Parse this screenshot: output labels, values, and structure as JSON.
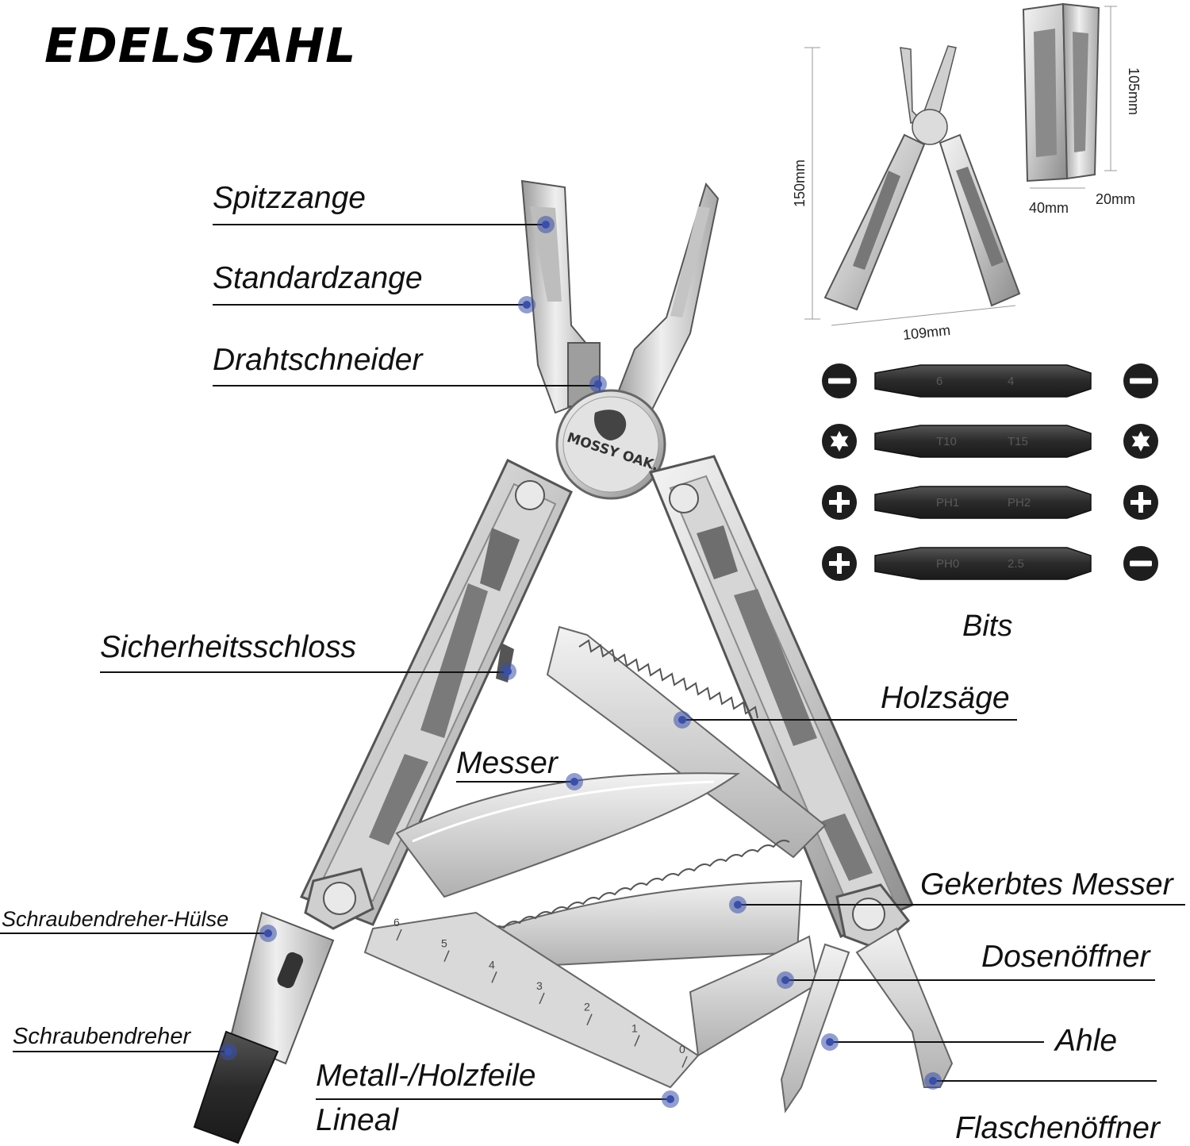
{
  "title": "EDELSTAHL",
  "brand": "MOSSY OAK.",
  "labels": {
    "spitzzange": "Spitzzange",
    "standardzange": "Standardzange",
    "drahtschneider": "Drahtschneider",
    "sicherheitsschloss": "Sicherheitsschloss",
    "holzsaege": "Holzsäge",
    "messer": "Messer",
    "gekerbtes_messer": "Gekerbtes Messer",
    "schraubendreher_huelse": "Schraubendreher-Hülse",
    "dosenoeffner": "Dosenöffner",
    "schraubendreher": "Schraubendreher",
    "ahle": "Ahle",
    "feile": "Metall-/Holzfeile",
    "lineal": "Lineal",
    "flaschenoeffner": "Flaschenöffner"
  },
  "dimensions": {
    "height_open": "150mm",
    "width_open": "109mm",
    "length_closed": "105mm",
    "width_closed": "40mm",
    "thickness_closed": "20mm"
  },
  "bits": {
    "title": "Bits",
    "rows": [
      {
        "left_icon": "slot-icon",
        "right_icon": "slot-icon",
        "left_text": "6",
        "right_text": "4"
      },
      {
        "left_icon": "torx-icon",
        "right_icon": "torx-icon",
        "left_text": "T10",
        "right_text": "T15"
      },
      {
        "left_icon": "phillips-icon",
        "right_icon": "phillips-icon",
        "left_text": "PH1",
        "right_text": "PH2"
      },
      {
        "left_icon": "phillips-icon",
        "right_icon": "slot-icon",
        "left_text": "PH0",
        "right_text": "2.5"
      }
    ]
  },
  "ruler_marks": [
    "0",
    "1",
    "2",
    "3",
    "4",
    "5",
    "6"
  ],
  "colors": {
    "marker": "#3a4fa8",
    "steel_light": "#e4e4e4",
    "steel_mid": "#b8b8b8",
    "steel_dark": "#6e6e6e",
    "bit_black": "#2b2b2b"
  }
}
